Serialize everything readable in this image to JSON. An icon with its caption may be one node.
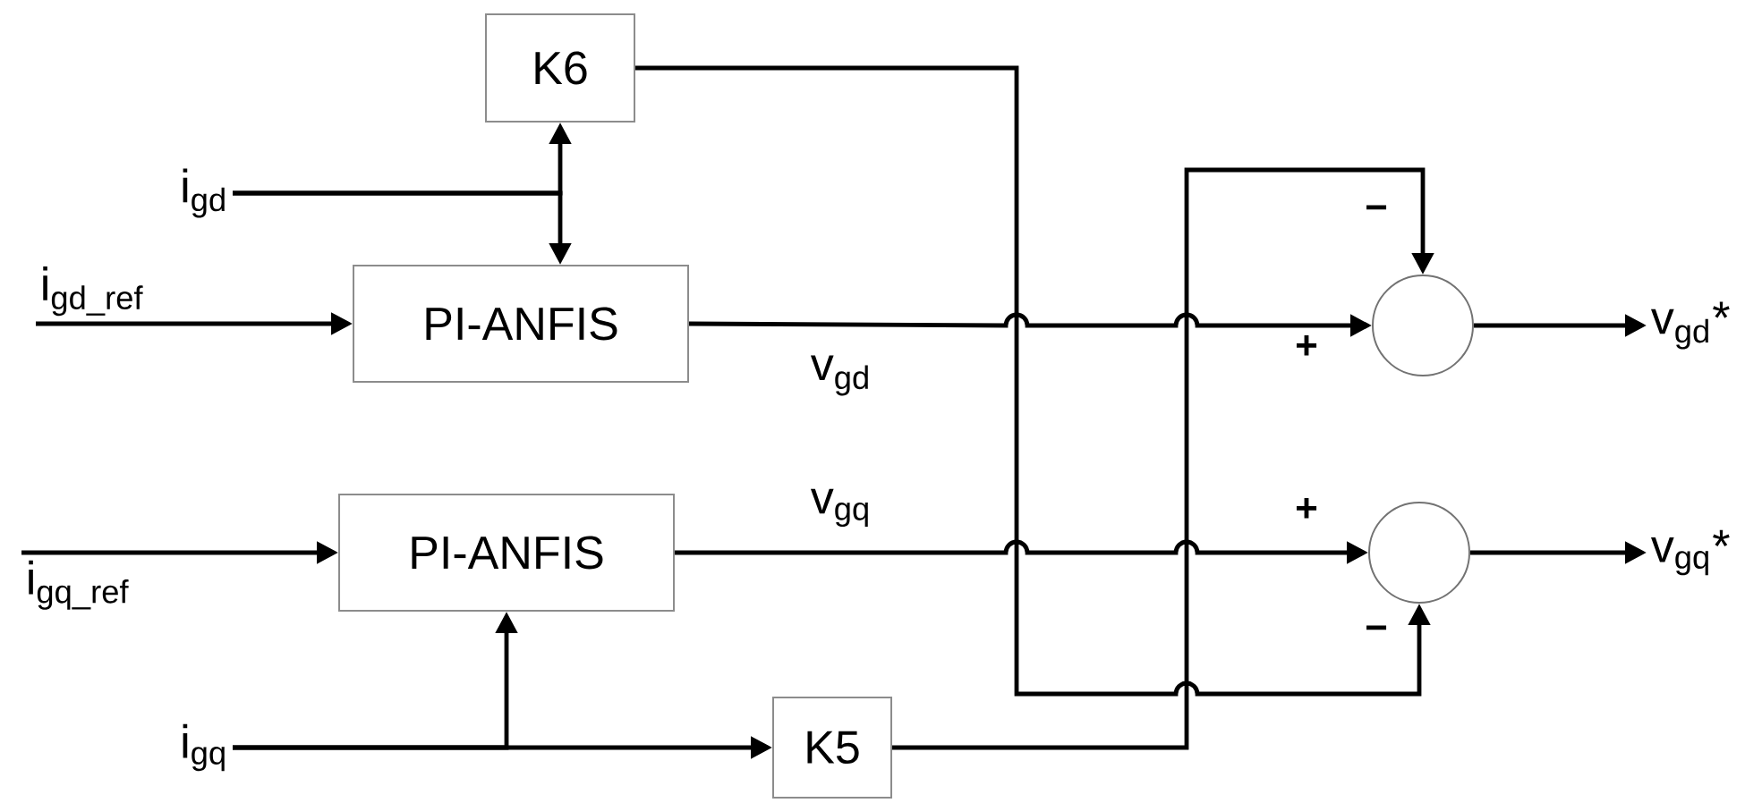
{
  "diagram": {
    "nodes": [
      {
        "text": [
          "K6"
        ]
      },
      {
        "text": [
          "i$_{gd}$"
        ]
      },
      {
        "text": [
          "i$_{gd_ref}$"
        ]
      },
      {
        "text": [
          "PI-ANFIS"
        ]
      },
      {
        "text": [
          "PI-ANFIS"
        ]
      },
      {
        "text": [
          "i$_{gq_ref}$"
        ]
      },
      {
        "text": [
          "i$_{gq}$"
        ]
      },
      {
        "text": [
          "K5"
        ]
      },
      {
        "text": [],
        "shape": "circle"
      },
      {
        "text": [],
        "shape": "circle"
      },
      {
        "text": [
          "v$_{gd}$*"
        ]
      },
      {
        "text": [
          "v$_{gq}$*"
        ]
      }
    ],
    "edges": [
      {
        "from": 1,
        "to": 0,
        "arrow": "to"
      },
      {
        "from": 1,
        "to": 3,
        "arrow": "to"
      },
      {
        "from": 2,
        "to": 3,
        "arrow": "to"
      },
      {
        "from": 3,
        "to": 8,
        "arrow": "to",
        "label": "v$_{gd}$"
      },
      {
        "from": 4,
        "to": 9,
        "arrow": "to",
        "label": "v$_{gq}$"
      },
      {
        "from": 5,
        "to": 4,
        "arrow": "to"
      },
      {
        "from": 6,
        "to": 4,
        "arrow": "to"
      },
      {
        "from": 6,
        "to": 7,
        "arrow": "to"
      },
      {
        "from": 0,
        "to": 9,
        "arrow": "to"
      },
      {
        "from": 7,
        "to": 8,
        "arrow": "to"
      },
      {
        "from": 8,
        "to": 10,
        "arrow": "to"
      },
      {
        "from": 9,
        "to": 11,
        "arrow": "to"
      }
    ],
    "labels": [
      "−",
      "+",
      "+",
      "−"
    ]
  }
}
